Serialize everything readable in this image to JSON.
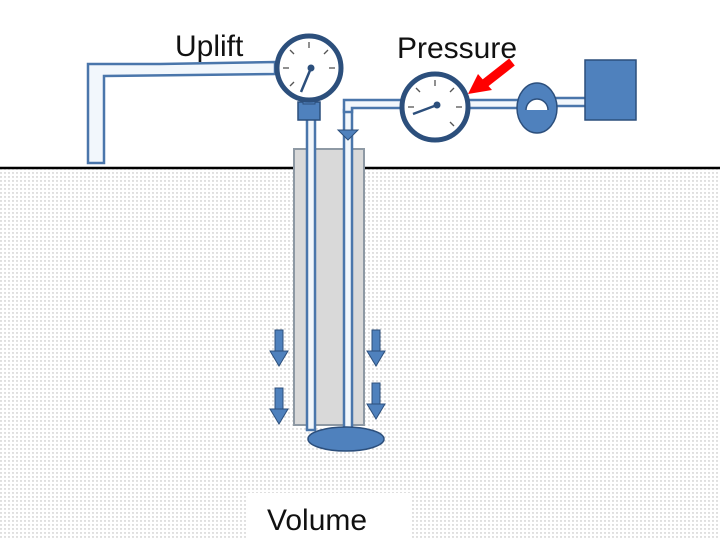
{
  "labels": {
    "uplift": "Uplift",
    "pressure": "Pressure",
    "volume": "Volume"
  },
  "colors": {
    "pipe_fill": "#f2f7fc",
    "pipe_stroke": "#4a76ab",
    "device_fill": "#4f81bd",
    "device_dark": "#2c4f7c",
    "casing_fill": "#d9d9d9",
    "casing_stroke": "#8e99a4",
    "pointer": "#ff0000",
    "ground_dots": "#b4b4b4",
    "ground_line": "#000000"
  },
  "icons": {
    "uplift_gauge": "pressure-gauge-icon",
    "pressure_gauge": "pressure-gauge-icon",
    "pump": "pump-icon",
    "tank": "tank-icon",
    "pointer": "arrow-pointer-icon"
  }
}
